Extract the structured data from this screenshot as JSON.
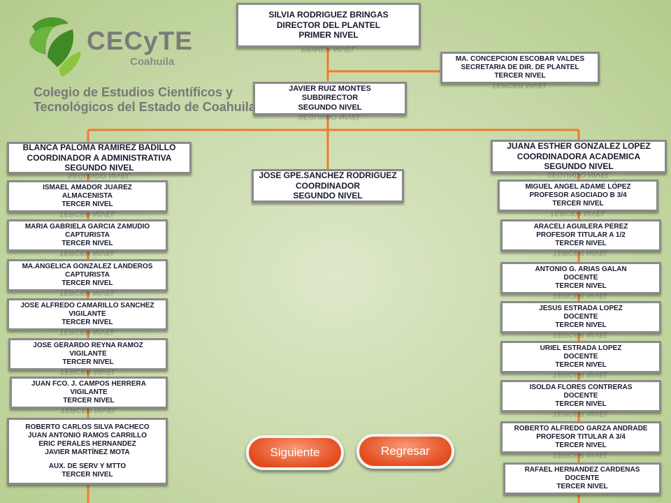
{
  "logo": {
    "title": "CECyTE",
    "state": "Coahuila",
    "name_line1": "Colegio de Estudios Científicos y",
    "name_line2": "Tecnológicos del Estado de Coahuila"
  },
  "director": {
    "name": "SILVIA RODRIGUEZ  BRINGAS",
    "role": "DIRECTOR  DEL  PLANTEL",
    "level": "PRIMER NIVEL"
  },
  "secretary": {
    "name": "MA. CONCEPCION ESCOBAR VALDES",
    "role": "SECRETARIA DE DIR. DE PLANTEL",
    "level": "TERCER NIVEL"
  },
  "subdirector": {
    "name": "JAVIER RUIZ MONTES",
    "role": "SUBDIRECTOR",
    "level": "SEGUNDO NIVEL"
  },
  "coord_admin": {
    "name": "BLANCA PALOMA RAMIREZ BADILLO",
    "role": "COORDINADOR A  ADMINISTRATIVA",
    "level": "SEGUNDO NIVEL"
  },
  "coord_center": {
    "name": "JOSE GPE.SANCHEZ RODRIGUEZ",
    "role": "COORDINADOR",
    "level": "SEGUNDO NIVEL"
  },
  "coord_acad": {
    "name": "JUANA ESTHER GONZALEZ LOPEZ",
    "role": "COORDINADORA  ACADEMICA",
    "level": "SEGUNDO NIVEL"
  },
  "admin_staff": [
    {
      "name": "ISMAEL AMADOR JUAREZ",
      "role": "ALMACENISTA",
      "level": "TERCER NIVEL"
    },
    {
      "name": "MARIA GABRIELA GARCIA ZAMUDIO",
      "role": "CAPTURISTA",
      "level": "TERCER NIVEL"
    },
    {
      "name": "MA.ANGELICA GONZALEZ LANDEROS",
      "role": "CAPTURISTA",
      "level": "TERCER NIVEL"
    },
    {
      "name": "JOSE ALFREDO CAMARILLO SANCHEZ",
      "role": "VIGILANTE",
      "level": "TERCER NIVEL"
    },
    {
      "name": "JOSE GERARDO REYNA RAMOZ",
      "role": "VIGILANTE",
      "level": "TERCER NIVEL"
    },
    {
      "name": "JUAN FCO. J. CAMPOS HERRERA",
      "role": "VIGILANTE",
      "level": "TERCER NIVEL"
    }
  ],
  "maintenance": {
    "names": [
      "ROBERTO CARLOS SILVA PACHECO",
      "JUAN ANTONIO RAMOS CARRILLO",
      "ERIC PERALES HERNANDEZ",
      "JAVIER MARTÍNEZ MOTA"
    ],
    "role": "AUX. DE SERV Y MTTO",
    "level": "TERCER NIVEL"
  },
  "acad_staff": [
    {
      "name": "MIGUEL ANGEL ADAME LÓPEZ",
      "role": "PROFESOR ASOCIADO B 3/4",
      "level": "TERCER NIVEL"
    },
    {
      "name": "ARACELI AGUILERA PEREZ",
      "role": "PROFESOR TITULAR A 1/2",
      "level": "TERCER NIVEL"
    },
    {
      "name": "ANTONIO G. ARIAS GALAN",
      "role": "DOCENTE",
      "level": "TERCER NIVEL"
    },
    {
      "name": "JESUS ESTRADA LOPEZ",
      "role": "DOCENTE",
      "level": "TERCER NIVEL"
    },
    {
      "name": "URIEL ESTRADA LOPEZ",
      "role": "DOCENTE",
      "level": "TERCER NIVEL"
    },
    {
      "name": "ISOLDA FLORES CONTRERAS",
      "role": "DOCENTE",
      "level": "TERCER NIVEL"
    },
    {
      "name": "ROBERTO ALFREDO GARZA ANDRADE",
      "role": "PROFESOR TITULAR A 3/4",
      "level": "TERCER NIVEL"
    },
    {
      "name": "RAFAEL HERNANDEZ CARDENAS",
      "role": "DOCENTE",
      "level": "TERCER NIVEL"
    }
  ],
  "buttons": {
    "next": "Siguiente",
    "back": "Regresar"
  },
  "colors": {
    "line": "#f07a2a",
    "button": "#e34b1c",
    "logo_green": "#4c9a2a"
  }
}
